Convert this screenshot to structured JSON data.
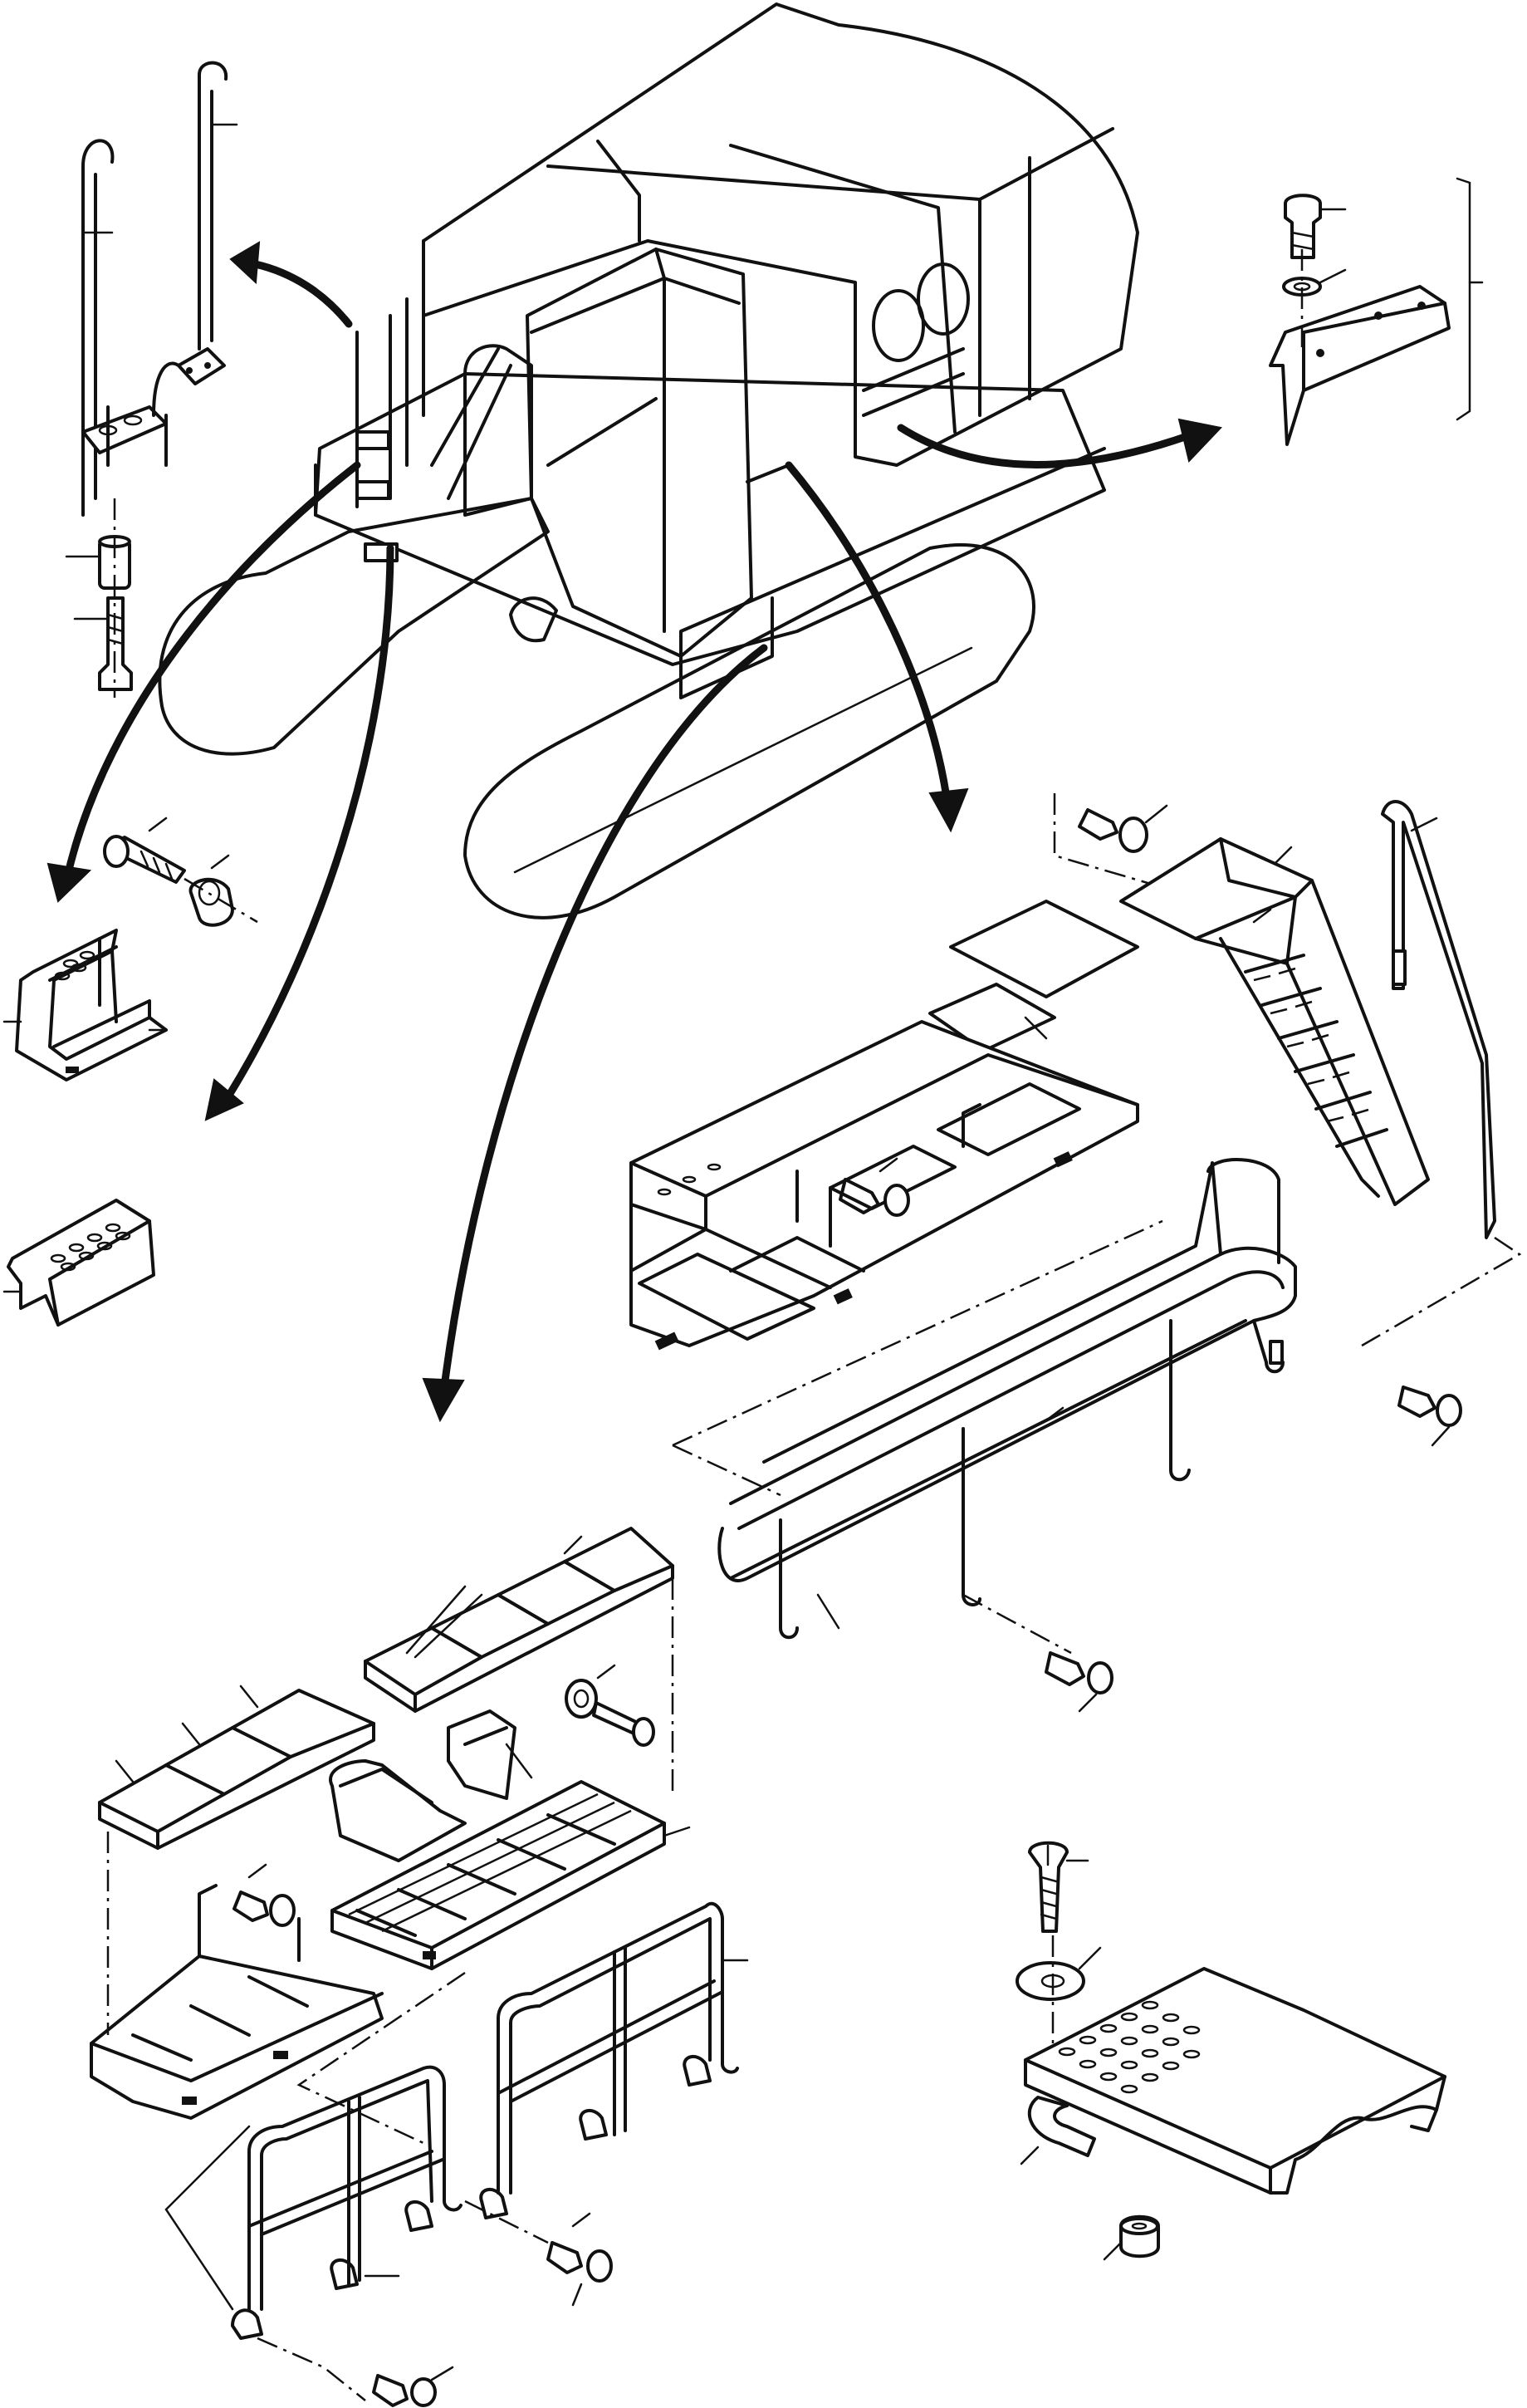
{
  "figure": {
    "kind": "exploded parts diagram",
    "colors": {
      "line": "#111111",
      "background": "#ffffff"
    },
    "assemblies": [
      {
        "id": "machine",
        "icon": "excavator-outline"
      },
      {
        "id": "handrail-pin",
        "icon": "handrail-pin-parts"
      },
      {
        "id": "side-cover-plate",
        "icon": "cover-plate-parts"
      },
      {
        "id": "front-step",
        "icon": "step-bracket-parts"
      },
      {
        "id": "step-block",
        "icon": "step-block-part"
      },
      {
        "id": "right-walkway",
        "icon": "walkway-stair-handrail-parts"
      },
      {
        "id": "left-walkway",
        "icon": "walkway-handrail-parts"
      },
      {
        "id": "tread-plate",
        "icon": "tread-plate-parts"
      }
    ]
  }
}
